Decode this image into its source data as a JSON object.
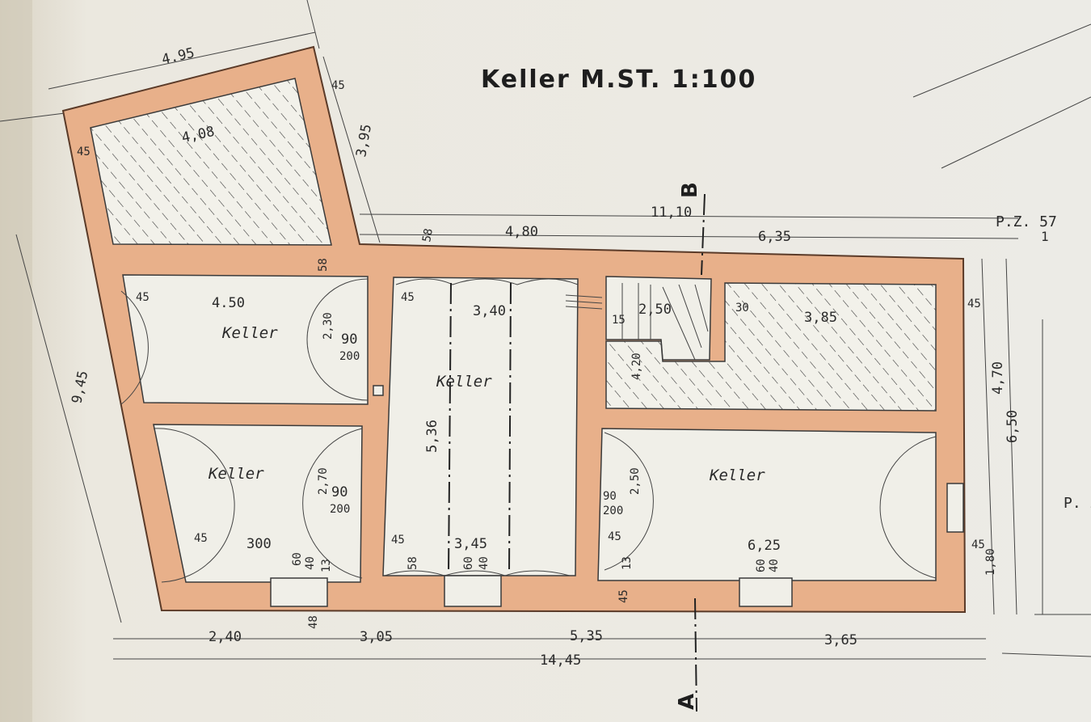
{
  "title": "Keller   M.ST. 1:100",
  "section_markers": {
    "top": "B",
    "bottom": "A"
  },
  "parcel_labels": {
    "top_right": "P.Z. 57",
    "top_right_sub": "1",
    "right_edge": "P. Z"
  },
  "rooms": {
    "keller_1": "Keller",
    "keller_2": "Keller",
    "keller_3": "Keller",
    "keller_4": "Keller"
  },
  "dimensions": {
    "top_left_width": "4.95",
    "top_left_wall": "45",
    "top_left_side": "3,95",
    "top_left_inner": "4,08",
    "left_wall": "45",
    "overall_width_top": "11,10",
    "seg_480": "4,80",
    "seg_635": "6,35",
    "w58_top": "58",
    "w58_mid": "58",
    "r1_width": "4.50",
    "r1_wall": "45",
    "r1_height": "2,30",
    "r1_door_w": "90",
    "r1_door_h": "200",
    "r3_wall": "45",
    "r3_width": "3,40",
    "r3_height": "5,36",
    "stair_250": "2,50",
    "stair_15": "15",
    "stair_30": "30",
    "stair_420": "4,20",
    "hatched_right": "3,85",
    "right_wall_top": "45",
    "right_470": "4,70",
    "right_650": "6,50",
    "left_overall": "9,45",
    "r2_height": "2,70",
    "r2_door_w": "90",
    "r2_door_h": "200",
    "r2_wall": "45",
    "r2_width": "300",
    "r2_60": "60",
    "r2_40": "40",
    "r2_13": "13",
    "r2_48": "48",
    "r3b_wall": "45",
    "r3b_width": "3,45",
    "r3b_60": "60",
    "r3b_40": "40",
    "r3b_58": "58",
    "r4_door_w": "90",
    "r4_door_h": "200",
    "r4_250": "2,50",
    "r4_wall": "45",
    "r4_width": "6,25",
    "r4_60": "60",
    "r4_40": "40",
    "r4_13": "13",
    "r4_45b": "45",
    "right_45b": "45",
    "right_180": "1,80",
    "bot_240": "2,40",
    "bot_305": "3,05",
    "bot_535": "5,35",
    "bot_365": "3,65",
    "bot_total": "14,45"
  }
}
